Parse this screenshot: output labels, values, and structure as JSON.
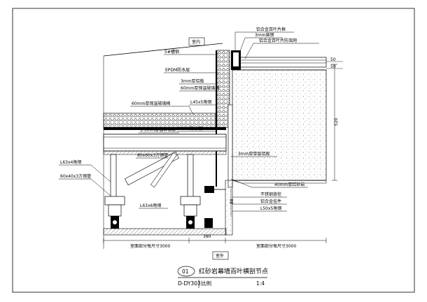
{
  "labels": {
    "room_inside": "室内",
    "room_outside": "室外",
    "channel_steel": "5#槽钢",
    "epdm_waterproof": "EPDM防水层",
    "al_plate_3mm": "3mm厚铝板",
    "glass_wool_60": "60mm厚保温玻璃棉",
    "glass_wool_60_top": "60mm厚保温玻璃棉",
    "angle_l45": "L45x5角钢",
    "galv_plate": "1.5mm厚镀锌钢板",
    "epdm_waterproof_2": "EPDM防水层",
    "sq_tube_80": "80x60x3方钢管",
    "angle_l63x4": "L63x4角钢",
    "sq_tube_60": "60x40x3方钢管",
    "angle_l63x6": "L63x6角钢",
    "al_single_plate": "3mm厚单层铝板",
    "red_sandstone": "40mm厚红砂岩",
    "ss_back_bolt": "不锈钢背栓",
    "al_hanger": "铝合金挂件",
    "angle_l50": "L50x5角钢",
    "louver_frame": "铝合金百叶片框",
    "bolt_3mm": "3mm扁钢",
    "louver_screen": "铝合金百叶片防虫网",
    "dim_520": "520",
    "dim_88": "88",
    "dim_380": "380",
    "dim_left": "室面部分每尺寸3000",
    "dim_right": "室面部分每尺寸3000",
    "dim_50_1": "50",
    "dim_50_2": "50"
  },
  "title_block": {
    "number": "01",
    "title": "红砂岩幕墙百叶横剖节点",
    "drawing_no": "D-DY303",
    "scale_label": "比例",
    "scale": "1:4"
  }
}
